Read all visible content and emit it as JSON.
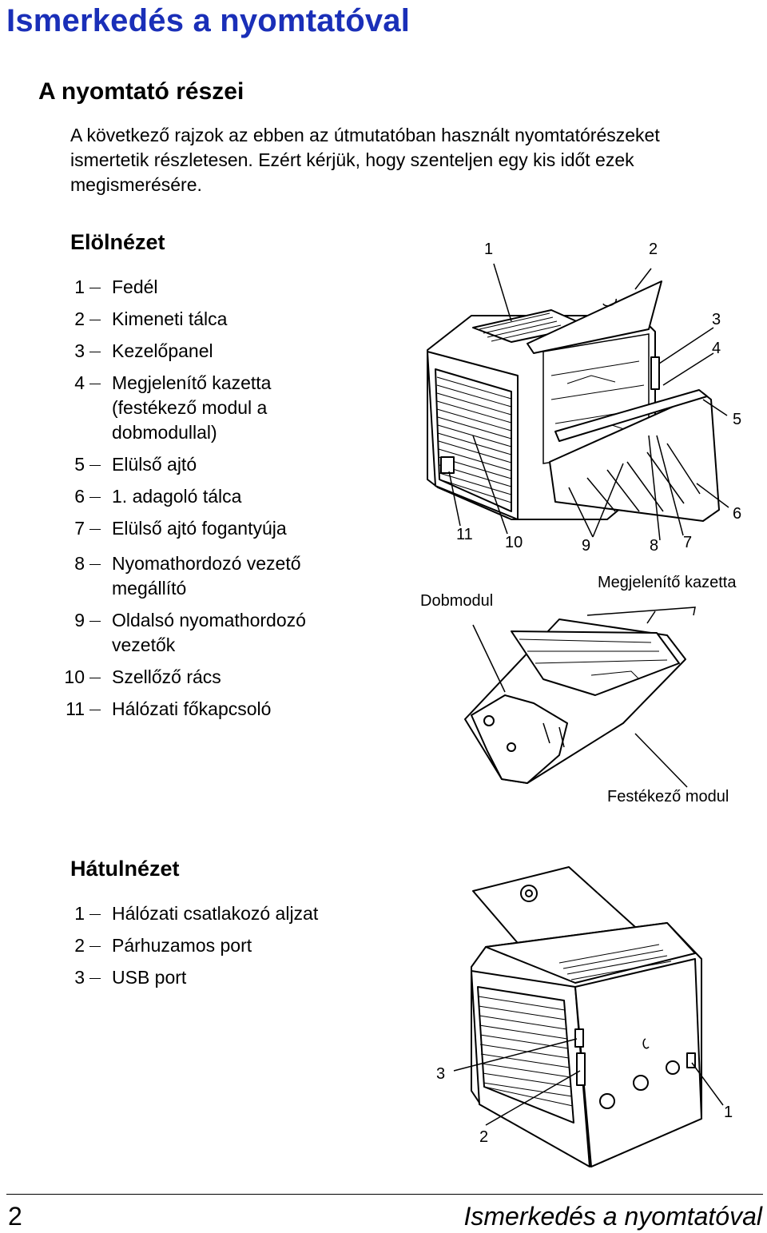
{
  "chapter_title": "Ismerkedés a nyomtatóval",
  "section_title": "A nyomtató részei",
  "intro_text": "A következő rajzok az ebben az útmutatóban használt nyomtatórészeket ismertetik részletesen. Ezért kérjük, hogy szenteljen egy kis időt ezek megismerésére.",
  "front_view": {
    "title": "Elölnézet",
    "items": [
      {
        "num": "1",
        "label": "Fedél"
      },
      {
        "num": "2",
        "label": "Kimeneti tálca"
      },
      {
        "num": "3",
        "label": "Kezelőpanel"
      },
      {
        "num": "4",
        "label": "Megjelenítő kazetta (festékező modul a dobmodullal)"
      },
      {
        "num": "5",
        "label": "Elülső ajtó"
      },
      {
        "num": "6",
        "label": "1. adagoló tálca"
      },
      {
        "num": "7",
        "label": "Elülső ajtó fogantyúja"
      },
      {
        "num": "8",
        "label": "Nyomathordozó vezető megállító"
      },
      {
        "num": "9",
        "label": "Oldalsó nyomathordozó vezetők"
      },
      {
        "num": "10",
        "label": "Szellőző rács"
      },
      {
        "num": "11",
        "label": "Hálózati főkapcsoló"
      }
    ],
    "callouts": [
      "1",
      "2",
      "3",
      "4",
      "5",
      "6",
      "7",
      "8",
      "9",
      "10",
      "11"
    ],
    "cartridge_labels": {
      "drum": "Dobmodul",
      "imaging": "Megjelenítő kazetta",
      "toner": "Festékező modul"
    }
  },
  "rear_view": {
    "title": "Hátulnézet",
    "items": [
      {
        "num": "1",
        "label": "Hálózati csatlakozó aljzat"
      },
      {
        "num": "2",
        "label": "Párhuzamos port"
      },
      {
        "num": "3",
        "label": "USB port"
      }
    ],
    "callouts": [
      "1",
      "2",
      "3"
    ]
  },
  "footer": {
    "page_number": "2",
    "title": "Ismerkedés a nyomtatóval"
  },
  "colors": {
    "heading_blue": "#1a2fb8",
    "text": "#000000"
  }
}
